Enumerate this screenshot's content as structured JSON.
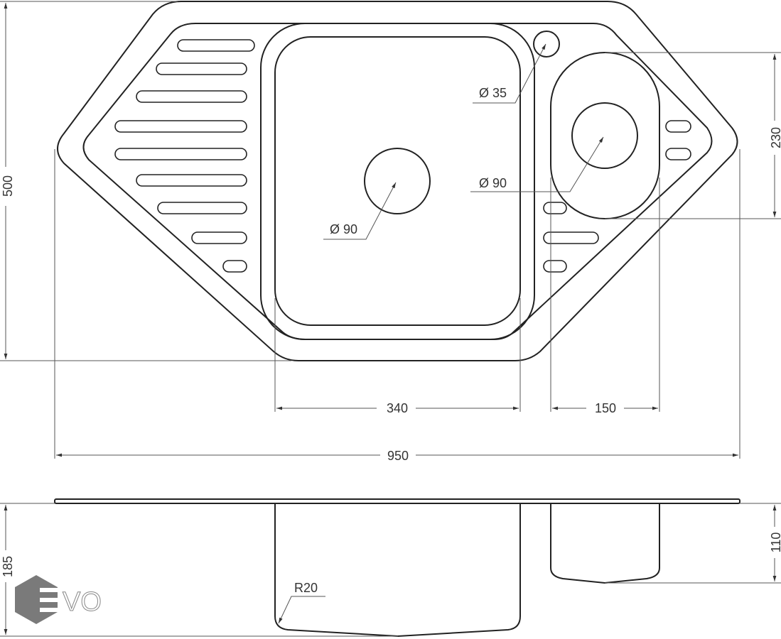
{
  "drawing": {
    "dimensions": {
      "depth_total": "500",
      "small_bowl_length": "230",
      "main_bowl_width": "340",
      "small_bowl_width": "150",
      "overall_width": "950",
      "main_bowl_depth": "185",
      "small_bowl_depth": "110"
    },
    "callouts": {
      "tap_hole": "Ø 35",
      "small_drain": "Ø 90",
      "main_drain": "Ø 90",
      "corner_radius": "R20"
    },
    "logo": {
      "text": "EVO",
      "color": "#7a7a7a"
    },
    "line_color": "#222222"
  }
}
